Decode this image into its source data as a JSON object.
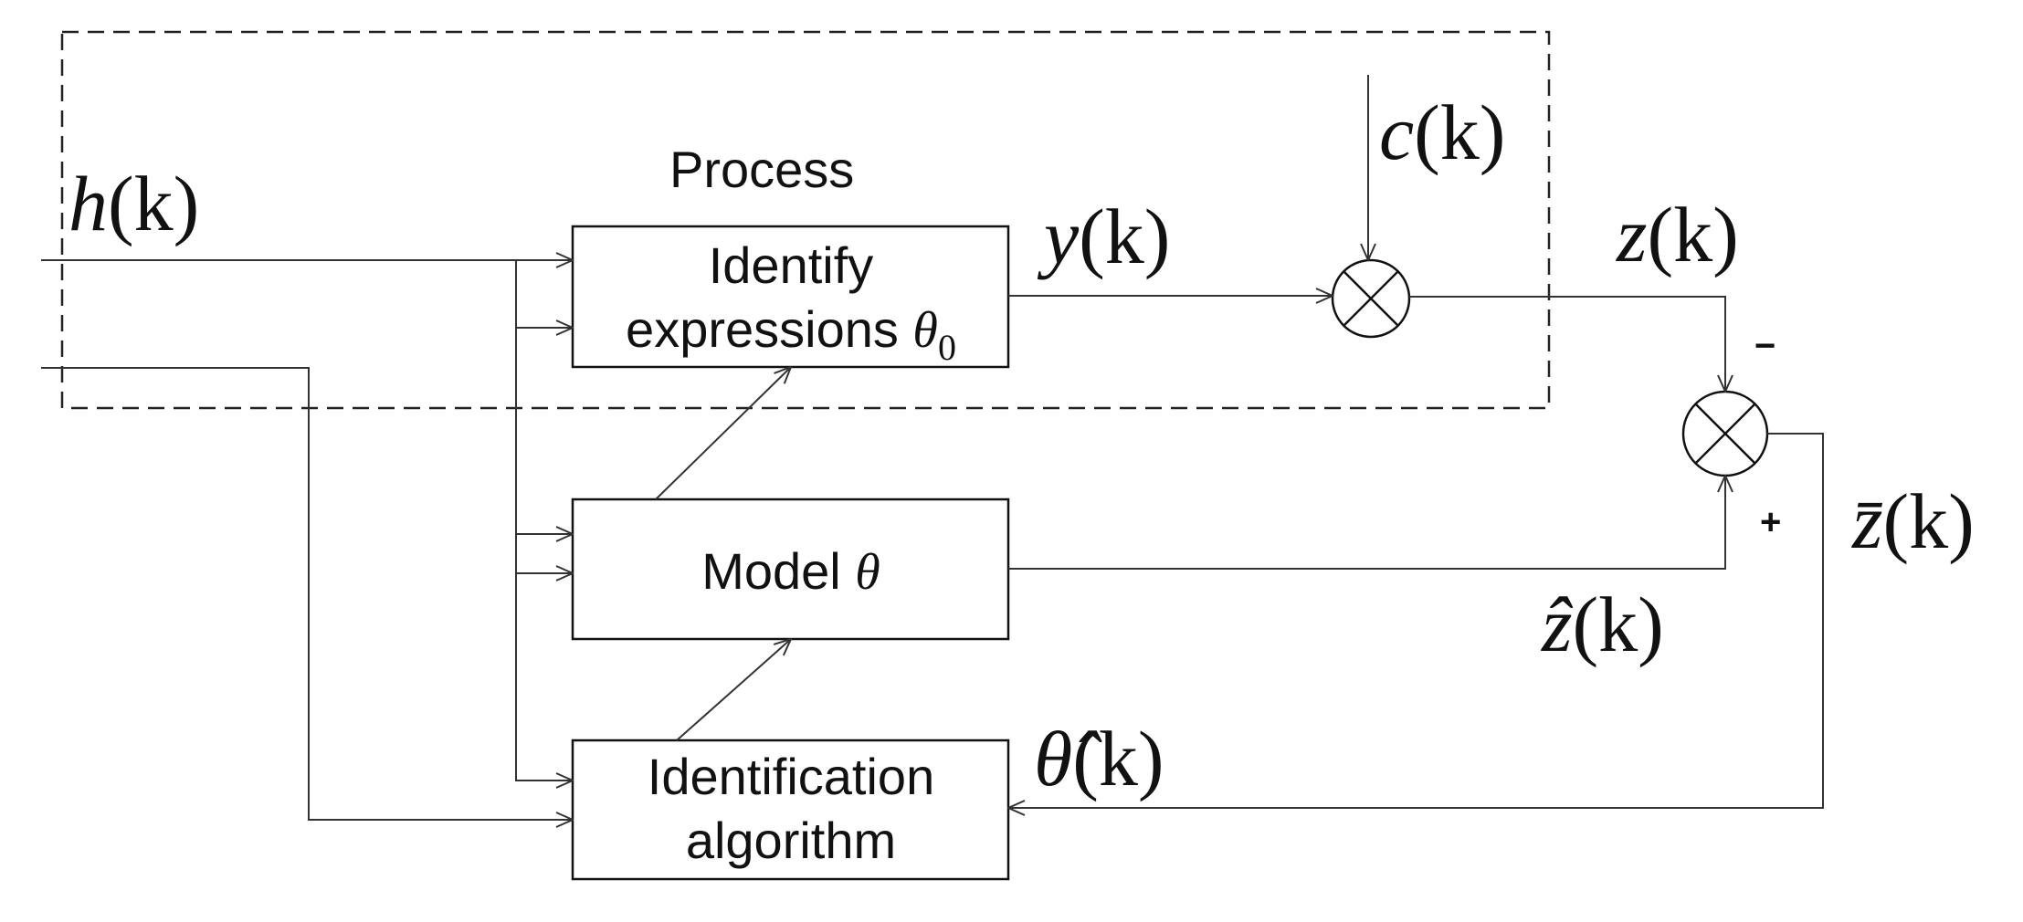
{
  "boundary_label": "Process",
  "blocks": {
    "plant": {
      "line1": "Identify",
      "line2_prefix": "expressions ",
      "line2_symbol": "θ",
      "line2_subscript": "0"
    },
    "model": {
      "prefix": "Model ",
      "symbol": "θ"
    },
    "algorithm": {
      "line1": "Identification",
      "line2": "algorithm"
    }
  },
  "signals": {
    "input": {
      "name": "h",
      "arg": "(k)"
    },
    "output": {
      "name": "y",
      "arg": "(k)"
    },
    "noise": {
      "name": "c",
      "arg": "(k)"
    },
    "measured": {
      "name": "z",
      "arg": "(k)"
    },
    "model_output": {
      "name": "ẑ",
      "arg": "(k)"
    },
    "error": {
      "name": "z̄",
      "arg": "(k)"
    },
    "estimate": {
      "name": "θ̂",
      "arg": "(k)"
    }
  },
  "junction_signs": {
    "minus": "−",
    "plus": "+"
  }
}
